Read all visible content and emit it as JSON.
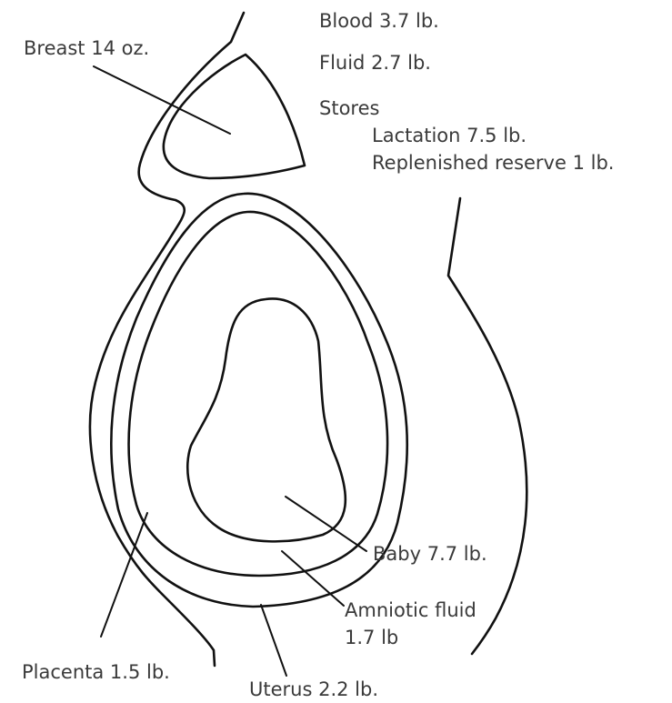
{
  "labels": {
    "blood": "Blood 3.7 lb.",
    "breast": "Breast 14 oz.",
    "fluid": "Fluid 2.7 lb.",
    "stores": "Stores",
    "lactation": "Lactation 7.5 lb.",
    "reserve": "Replenished reserve 1 lb.",
    "baby": "Baby 7.7 lb.",
    "amniotic_line1": "Amniotic fluid",
    "amniotic_line2": "1.7 lb",
    "placenta": "Placenta 1.5 lb.",
    "uterus": "Uterus 2.2 lb."
  },
  "colors": {
    "outline": "#111111",
    "text": "#3a3a3a",
    "background": "#ffffff"
  }
}
